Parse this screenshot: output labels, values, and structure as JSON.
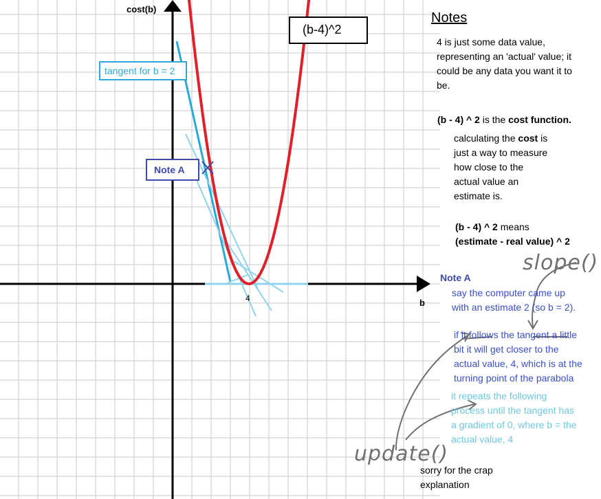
{
  "graph": {
    "y_axis_label": "cost(b)",
    "x_axis_label": "b",
    "x_tick_label": "4",
    "function_label": "(b-4)^2",
    "tangent_label": "tangent for b = 2",
    "note_a_label": "Note A"
  },
  "notes": {
    "heading": "Notes",
    "p1": [
      "4 is just some data value,",
      "representing an 'actual' value; it",
      "could be any data you want it to",
      "be."
    ],
    "p2_bold": "(b - 4) ^ 2",
    "p2_rest": " is the ",
    "p2_bold2": "cost function.",
    "p3_line1_a": "calculating the ",
    "p3_line1_b": "cost",
    "p3_line1_c": " is",
    "p3_rest": [
      "just a way to measure",
      "how close to the",
      "actual value an",
      "estimate is."
    ],
    "p4_line1_a": "(b - 4) ^ 2",
    "p4_line1_b": " means",
    "p4_line2": "(estimate - real value) ^ 2",
    "note_a_heading": "Note A",
    "note_a_lines": [
      "say the computer came up",
      "with an estimate 2 (so b = 2)."
    ],
    "follow_a": "if it follows the ",
    "follow_b": "tangent",
    "follow_c": " a little",
    "follow_rest": [
      "bit it will get closer to the",
      "actual value, 4, which is at the",
      "turning point of the parabola"
    ],
    "repeat_lines": [
      "it repeats the following",
      "process until the tangent has",
      "a gradient of 0, where b = the",
      "actual value, 4"
    ],
    "slope_label": "slope()",
    "update_label": "update()",
    "apology": [
      "sorry for the crap",
      "explanation"
    ]
  },
  "colors": {
    "parabola": "#e0202a",
    "tangent": "#2aa8d8",
    "tangent_light": "#8fd4ec",
    "note_a": "#3d4aa8",
    "blue_text": "#3a4fc8",
    "light_blue_text": "#6ec8e0",
    "grid": "#c8c8c8",
    "annotation": "#707070"
  }
}
